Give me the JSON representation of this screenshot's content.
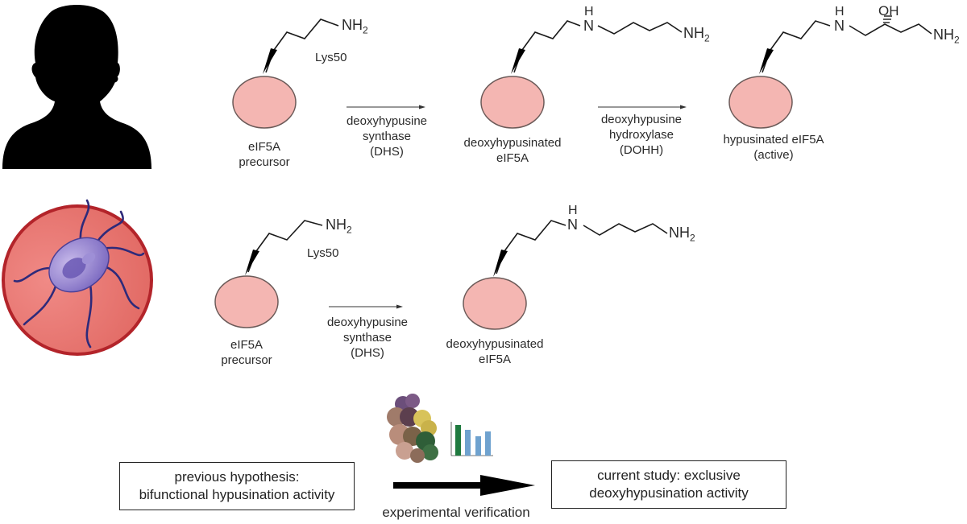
{
  "human_row": {
    "lysine_label": "Lys50",
    "precursor": {
      "line1": "eIF5A",
      "line2": "precursor"
    },
    "step1_enzyme": {
      "line1": "deoxyhypusine",
      "line2": "synthase",
      "line3": "(DHS)"
    },
    "deoxy": {
      "line1": "deoxyhypusinated",
      "line2": "eIF5A"
    },
    "step2_enzyme": {
      "line1": "deoxyhypusine",
      "line2": "hydroxylase",
      "line3": "(DOHH)"
    },
    "active": {
      "line1": "hypusinated  eIF5A",
      "line2": "(active)"
    }
  },
  "parasite_row": {
    "lysine_label": "Lys50",
    "precursor": {
      "line1": "eIF5A",
      "line2": "precursor"
    },
    "step1_enzyme": {
      "line1": "deoxyhypusine",
      "line2": "synthase",
      "line3": "(DHS)"
    },
    "deoxy": {
      "line1": "deoxyhypusinated",
      "line2": "eIF5A"
    }
  },
  "chem": {
    "nh": "N",
    "h": "H",
    "oh": "OH",
    "nh2": "NH",
    "sub2": "2"
  },
  "bottom": {
    "previous": {
      "line1": "previous hypothesis:",
      "line2": "bifunctional hypusination activity"
    },
    "current": {
      "line1": "current study: exclusive",
      "line2": "deoxyhypusination activity"
    },
    "arrow_label": "experimental verification"
  },
  "colors": {
    "protein_fill": "#f4b6b2",
    "protein_stroke": "#6b5a58",
    "parasite_disc": "#e5706d",
    "parasite_ring": "#b3242a",
    "bar_green": "#1f7a3f",
    "bar_blue": "#6fa2cf"
  }
}
